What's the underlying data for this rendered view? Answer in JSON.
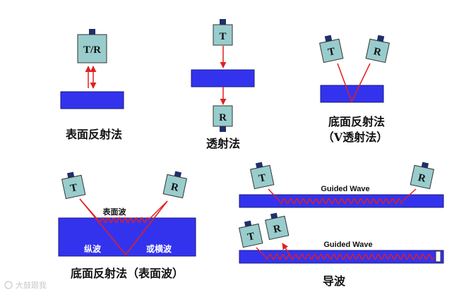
{
  "colors": {
    "plate": "#3333ee",
    "plate_edge": "#1a1a80",
    "transducer": "#99cccc",
    "transducer_edge": "#333333",
    "connector": "#1f2f6b",
    "beam": "#e02020"
  },
  "panels": {
    "surface_reflection": {
      "transducer_label": "T/R",
      "caption": "表面反射法"
    },
    "transmission": {
      "transmitter_label": "T",
      "receiver_label": "R",
      "caption": "透射法"
    },
    "v_transmission": {
      "transmitter_label": "T",
      "receiver_label": "R",
      "caption_line1": "底面反射法",
      "caption_line2": "（V透射法）"
    },
    "bottom_surface_wave": {
      "transmitter_label": "T",
      "receiver_label": "R",
      "surface_wave_label": "表面波",
      "longitudinal_label": "纵波",
      "transverse_label": "或横波",
      "caption": "底面反射法（表面波）"
    },
    "guided_wave": {
      "upper_transmitter_label": "T",
      "upper_receiver_label": "R",
      "lower_transmitter_label": "T",
      "lower_receiver_label": "R",
      "wave_label_upper": "Guided Wave",
      "wave_label_lower": "Guided Wave",
      "caption": "导波"
    }
  },
  "watermark": {
    "text": "大鼓跟我"
  }
}
